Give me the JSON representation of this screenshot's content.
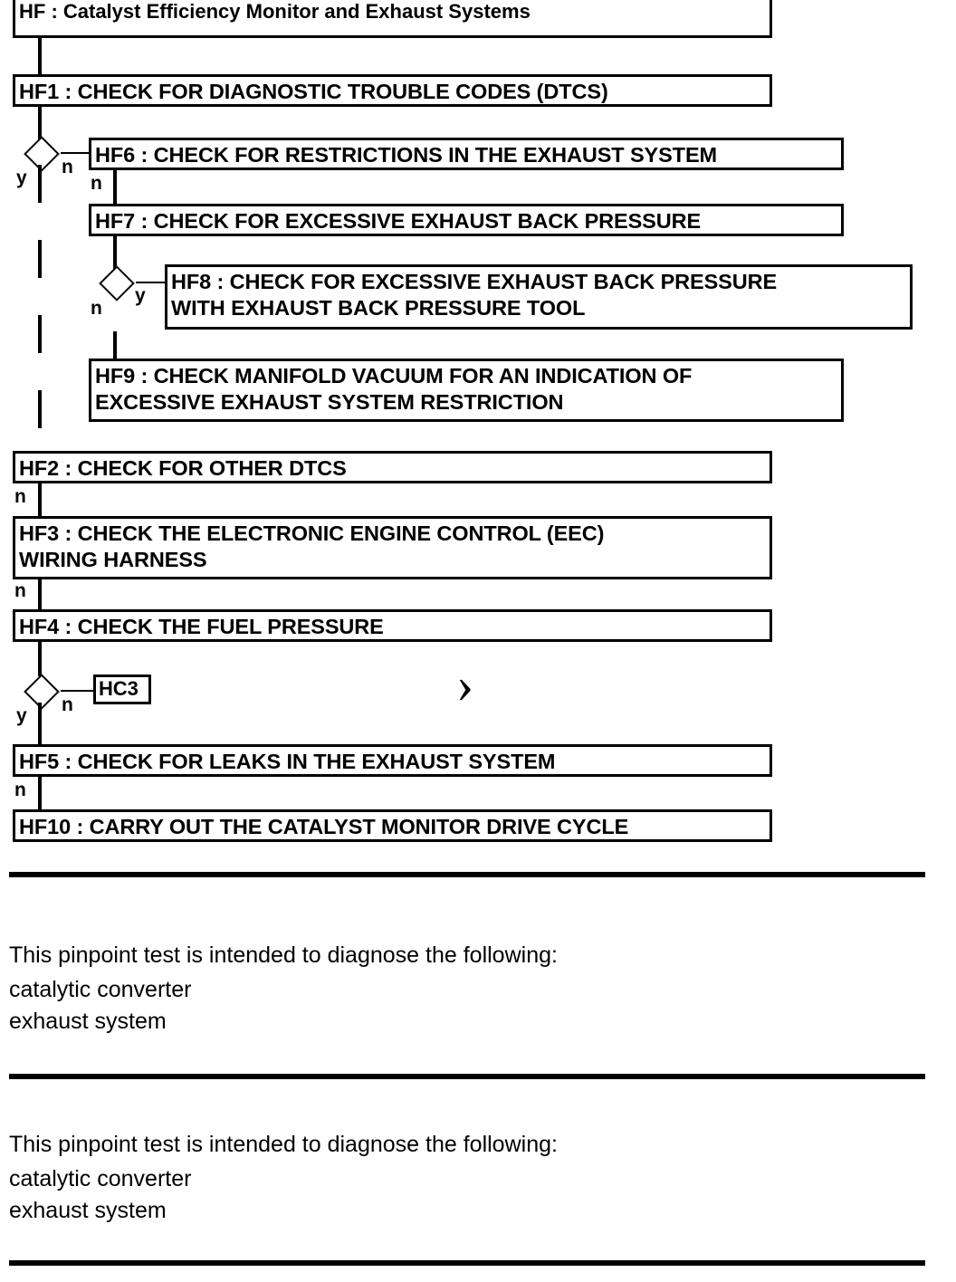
{
  "diagram": {
    "type": "flowchart",
    "title_node": {
      "id": "HF",
      "label": "HF : Catalyst Efficiency Monitor and Exhaust Systems"
    },
    "nodes": [
      {
        "id": "HF1",
        "label": "HF1 : CHECK FOR DIAGNOSTIC TROUBLE CODES (DTCS)"
      },
      {
        "id": "HF6",
        "label": "HF6 : CHECK FOR RESTRICTIONS IN THE EXHAUST SYSTEM"
      },
      {
        "id": "HF7",
        "label": "HF7 : CHECK FOR EXCESSIVE EXHAUST BACK PRESSURE"
      },
      {
        "id": "HF8",
        "label": "HF8 : CHECK FOR EXCESSIVE EXHAUST BACK PRESSURE\nWITH EXHAUST BACK PRESSURE TOOL"
      },
      {
        "id": "HF9",
        "label": "HF9 : CHECK MANIFOLD VACUUM FOR AN INDICATION OF\nEXCESSIVE EXHAUST SYSTEM RESTRICTION"
      },
      {
        "id": "HF2",
        "label": "HF2 : CHECK FOR OTHER DTCS"
      },
      {
        "id": "HF3",
        "label": "HF3 : CHECK THE ELECTRONIC ENGINE CONTROL (EEC)\nWIRING HARNESS"
      },
      {
        "id": "HF4",
        "label": "HF4 : CHECK THE FUEL PRESSURE"
      },
      {
        "id": "HC3",
        "label": "HC3"
      },
      {
        "id": "HF5",
        "label": "HF5 : CHECK FOR LEAKS IN THE EXHAUST SYSTEM"
      },
      {
        "id": "HF10",
        "label": "HF10 : CARRY OUT THE CATALYST MONITOR DRIVE CYCLE"
      }
    ],
    "branch_labels": {
      "d1_yes": "y",
      "d1_no": "n",
      "hf6_no": "n",
      "d2_no": "n",
      "d2_yes": "y",
      "hf2_no": "n",
      "hf3_no": "n",
      "d3_no": "n",
      "d3_yes": "y",
      "hf5_no": "n"
    },
    "chevron_glyph": "›",
    "line_color": "#000000",
    "background_color": "#ffffff"
  },
  "notes": [
    {
      "heading": "This pinpoint test is intended to diagnose the following:",
      "items": "catalytic converter\nexhaust system"
    },
    {
      "heading": "This pinpoint test is intended to diagnose the following:",
      "items": "catalytic converter\nexhaust system"
    }
  ]
}
